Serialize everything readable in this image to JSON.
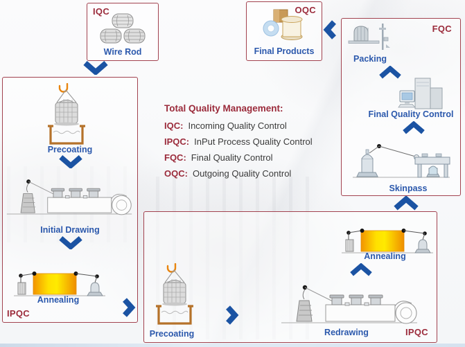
{
  "boxes": {
    "iqc": {
      "tag": "IQC",
      "step": "Wire Rod"
    },
    "oqc": {
      "tag": "OQC",
      "step": "Final Products"
    },
    "fqc": {
      "tag": "FQC",
      "steps": {
        "packing": "Packing",
        "final_quality_control": "Final Quality Control",
        "skinpass": "Skinpass"
      }
    },
    "ipqc_left": {
      "tag": "IPQC",
      "steps": {
        "precoating": "Precoating",
        "initial_drawing": "Initial Drawing",
        "annealing": "Annealing"
      }
    },
    "ipqc_bottom": {
      "tag": "IPQC",
      "steps": {
        "precoating": "Precoating",
        "redrawing": "Redrawing",
        "annealing": "Annealing"
      }
    }
  },
  "legend": {
    "title": "Total Quality Management:",
    "entries": [
      {
        "abbr": "IQC:",
        "definition": "Incoming Quality Control"
      },
      {
        "abbr": "IPQC:",
        "definition": "InPut Process Quality Control"
      },
      {
        "abbr": "FQC:",
        "definition": "Final Quality Control"
      },
      {
        "abbr": "OQC:",
        "definition": "Outgoing Quality Control"
      }
    ]
  },
  "colors": {
    "box_border": "#A2424F",
    "tag_red": "#9B2B3B",
    "step_blue": "#2B58AC",
    "arrow_blue": "#1B53A3",
    "legend_text": "#3A3A3A",
    "furnace_orange": "#F29400",
    "furnace_yellow": "#FFE600",
    "hook_orange": "#E8850F",
    "tub_brown": "#B5722A"
  }
}
